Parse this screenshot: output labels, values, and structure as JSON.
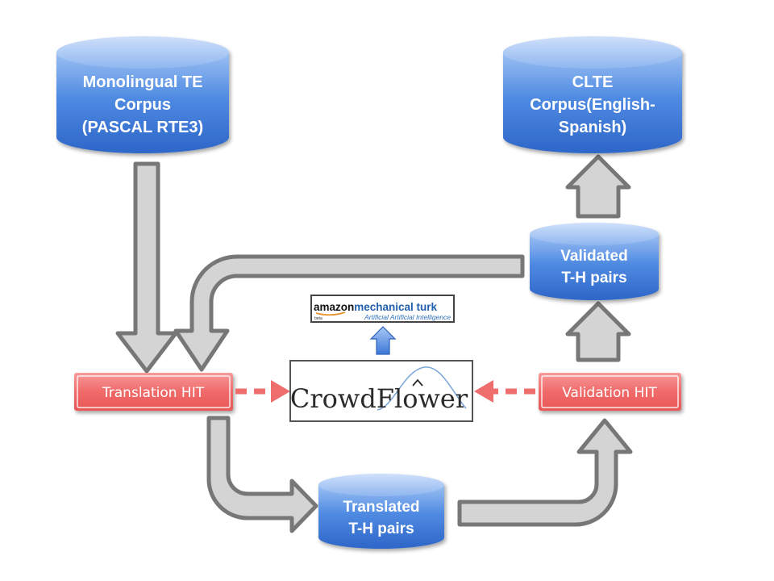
{
  "nodes": {
    "monolingual_corpus": {
      "lines": [
        "Monolingual  TE",
        "Corpus",
        "(PASCAL RTE3)"
      ]
    },
    "clte_corpus": {
      "lines": [
        "CLTE",
        "Corpus(English-",
        "Spanish)"
      ]
    },
    "validated_pairs": {
      "lines": [
        "Validated",
        "T-H pairs"
      ]
    },
    "translated_pairs": {
      "lines": [
        "Translated",
        "T-H pairs"
      ]
    },
    "translation_hit": {
      "label": "Translation HIT"
    },
    "validation_hit": {
      "label": "Validation HIT"
    }
  },
  "logos": {
    "crowdflower": {
      "text": "CrowdFlower"
    },
    "mturk": {
      "brand": "amazon",
      "product": "mechanical turk",
      "tagline": "Artificial Artificial Intelligence",
      "beta": "beta"
    }
  },
  "colors": {
    "cylinder_blue": "#3b78d8",
    "hit_red": "#f26b6b",
    "arrow_gray": "#d4d4d4",
    "arrow_outline": "#777777",
    "dash_red": "#ee6d6d"
  }
}
